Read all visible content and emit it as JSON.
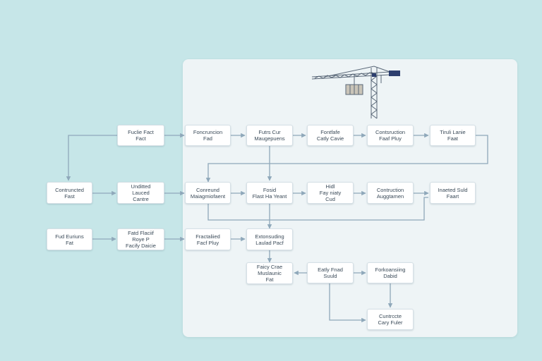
{
  "colors": {
    "background": "#c6e6e8",
    "panel": "#eef4f6",
    "connector": "#8fa8ba",
    "node_text": "#3a4a58",
    "crane": "#5a6878",
    "crane_accent": "#2c3e6e"
  },
  "illustration": {
    "icon": "tower-crane-icon"
  },
  "nodes": {
    "n1": {
      "label": "Fuclie Fact\nFact"
    },
    "n2": {
      "label": "Foncruncion\nFad"
    },
    "n3": {
      "label": "Futrs Cur\nMaugepuens"
    },
    "n4": {
      "label": "Fontfafe\nCatly Cavie"
    },
    "n5": {
      "label": "Contsruction\nFaaf Pluy"
    },
    "n6": {
      "label": "Tiruli Lanie\nFaat"
    },
    "n7": {
      "label": "Contruncted\nFast"
    },
    "n8": {
      "label": "Unditted\nLauced\nCantre"
    },
    "n9": {
      "label": "Conreund\nMaiagmiofaent"
    },
    "n10": {
      "label": "Fosid\nFlast Ha Yeant"
    },
    "n11": {
      "label": "Hidl\nFay niaty\nCud"
    },
    "n12": {
      "label": "Contruction\nAuggtamen"
    },
    "n13": {
      "label": "Inaeted Suld\nFaart"
    },
    "n14": {
      "label": "Fud Euriuns\nFat"
    },
    "n15": {
      "label": "Fatd Flaciif\nRoye P\nFacify Daicie"
    },
    "n16": {
      "label": "Fractaliied\nFacf Pluy"
    },
    "n17": {
      "label": "Extonsuding\nLaulad Pacf"
    },
    "n18": {
      "label": "Faicy Crae\nMuslaunic\nFat"
    },
    "n19": {
      "label": "Eatly Fnad\nSuuld"
    },
    "n20": {
      "label": "Forkoansiing\nDabid"
    },
    "n21": {
      "label": "Cuntrccte\nCary Fuler"
    }
  }
}
